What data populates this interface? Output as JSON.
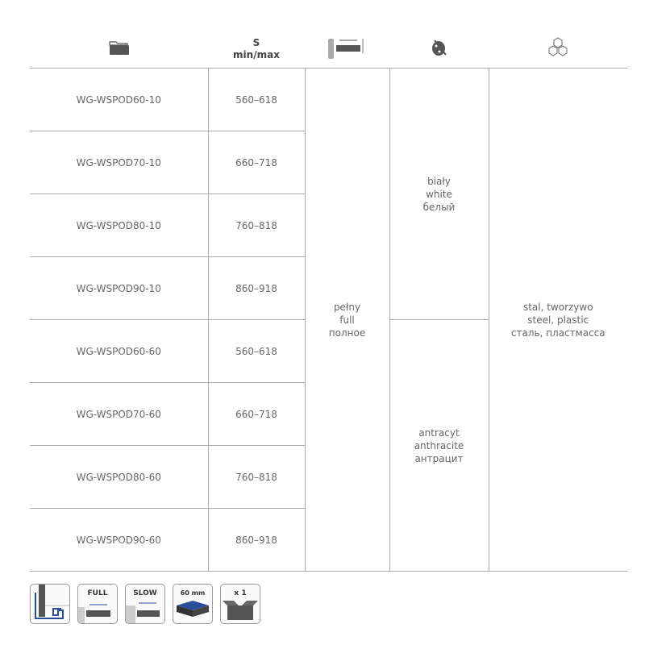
{
  "header": {
    "icons": [
      "folder-icon",
      "s-label",
      "drawer-extension-icon",
      "palette-icon",
      "cubes-icon"
    ],
    "s_line1": "S",
    "s_line2": "min/max"
  },
  "rows": [
    {
      "code": "WG-WSPOD60-10",
      "s": "560–618"
    },
    {
      "code": "WG-WSPOD70-10",
      "s": "660–718"
    },
    {
      "code": "WG-WSPOD80-10",
      "s": "760–818"
    },
    {
      "code": "WG-WSPOD90-10",
      "s": "860–918"
    },
    {
      "code": "WG-WSPOD60-60",
      "s": "560–618"
    },
    {
      "code": "WG-WSPOD70-60",
      "s": "660–718"
    },
    {
      "code": "WG-WSPOD80-60",
      "s": "760–818"
    },
    {
      "code": "WG-WSPOD90-60",
      "s": "860–918"
    }
  ],
  "extension": [
    "pełny",
    "full",
    "полное"
  ],
  "color_white": [
    "biały",
    "white",
    "белый"
  ],
  "color_anthracite": [
    "antracyt",
    "anthracite",
    "антрацит"
  ],
  "material": [
    "stal, tworzywo",
    "steel, plastic",
    "сталь, пластмасса"
  ],
  "badges": {
    "full": "FULL",
    "slow": "SLOW",
    "depth": "60 mm",
    "qty": "x 1"
  }
}
